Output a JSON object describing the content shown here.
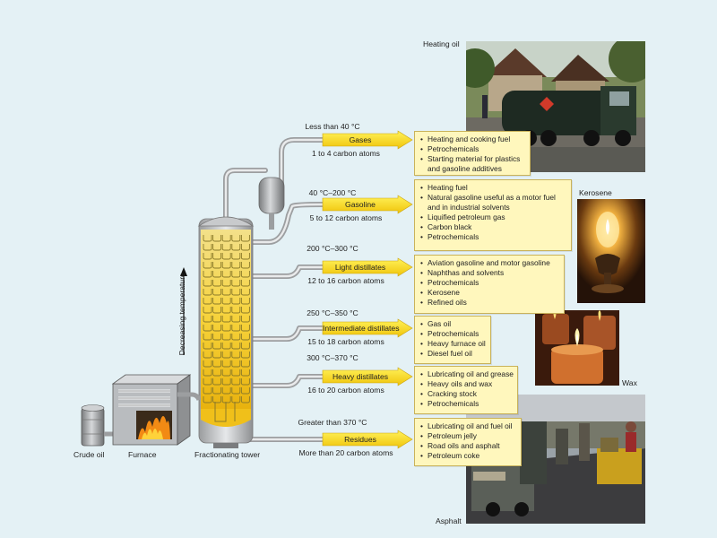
{
  "photos": {
    "heating_oil": "Heating oil",
    "kerosene": "Kerosene",
    "wax": "Wax",
    "asphalt": "Asphalt"
  },
  "labels": {
    "crude_oil": "Crude oil",
    "furnace": "Furnace",
    "tower": "Fractionating tower",
    "temperature_axis": "Decreasing temperature"
  },
  "fractions": [
    {
      "temp": "Less than 40 °C",
      "name": "Gases",
      "carbon": "1 to 4 carbon atoms",
      "uses": [
        [
          "Heating and cooking fuel"
        ],
        [
          "Petrochemicals"
        ],
        [
          "Starting material for plastics",
          "and gasoline additives"
        ]
      ]
    },
    {
      "temp": "40 °C–200 °C",
      "name": "Gasoline",
      "carbon": "5 to 12 carbon atoms",
      "uses": [
        [
          "Heating fuel"
        ],
        [
          "Natural gasoline useful as a motor fuel",
          "and in industrial solvents"
        ],
        [
          "Liquified petroleum gas"
        ],
        [
          "Carbon black"
        ],
        [
          "Petrochemicals"
        ]
      ]
    },
    {
      "temp": "200 °C–300 °C",
      "name": "Light distillates",
      "carbon": "12 to 16 carbon atoms",
      "uses": [
        [
          "Aviation gasoline and motor gasoline"
        ],
        [
          "Naphthas and solvents"
        ],
        [
          "Petrochemicals"
        ],
        [
          "Kerosene"
        ],
        [
          "Refined oils"
        ]
      ]
    },
    {
      "temp": "250 °C–350 °C",
      "name": "Intermediate distillates",
      "carbon": "15 to 18 carbon atoms",
      "uses": [
        [
          "Gas oil"
        ],
        [
          "Petrochemicals"
        ],
        [
          "Heavy furnace oil"
        ],
        [
          "Diesel fuel oil"
        ]
      ]
    },
    {
      "temp": "300 °C–370 °C",
      "name": "Heavy distillates",
      "carbon": "16 to 20 carbon atoms",
      "uses": [
        [
          "Lubricating oil and grease"
        ],
        [
          "Heavy oils and wax"
        ],
        [
          "Cracking stock"
        ],
        [
          "Petrochemicals"
        ]
      ]
    },
    {
      "temp": "Greater than 370 °C",
      "name": "Residues",
      "carbon": "More than 20 carbon atoms",
      "uses": [
        [
          "Lubricating oil and fuel oil"
        ],
        [
          "Petroleum jelly"
        ],
        [
          "Road oils and asphalt"
        ],
        [
          "Petroleum coke"
        ]
      ]
    }
  ]
}
